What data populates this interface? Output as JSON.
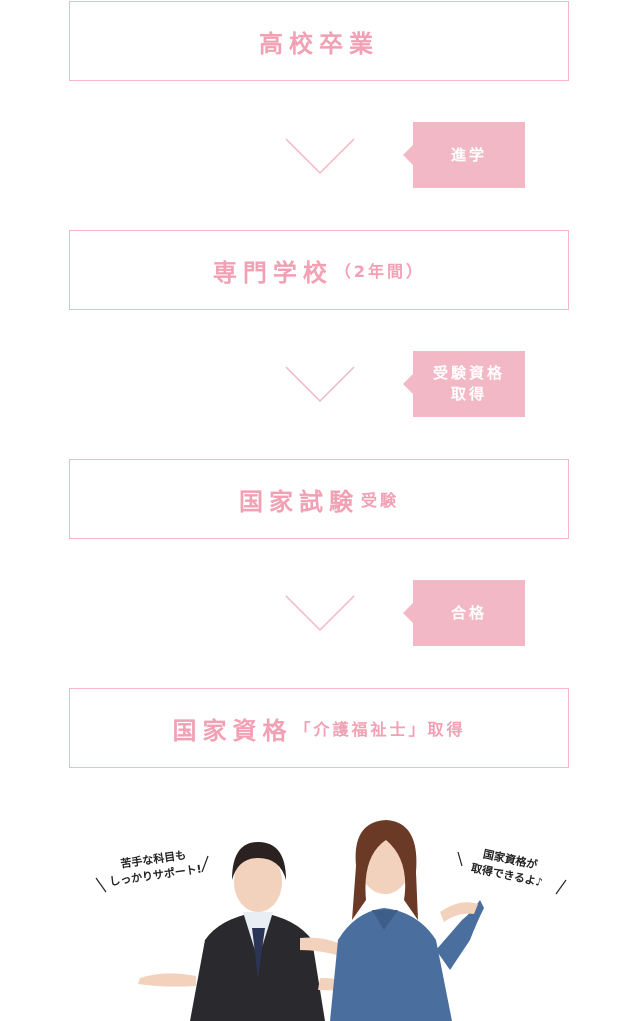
{
  "steps": [
    {
      "title": "高校卒業",
      "sub": ""
    },
    {
      "title": "専門学校",
      "sub": "（2年間）"
    },
    {
      "title": "国家試験",
      "sub": "受験"
    },
    {
      "title": "国家資格",
      "sub": "「介護福祉士」取得"
    }
  ],
  "tags": [
    {
      "line1": "進学",
      "line2": ""
    },
    {
      "line1": "受験資格",
      "line2": "取得"
    },
    {
      "line1": "合格",
      "line2": ""
    }
  ],
  "bubbles": {
    "left": {
      "line1": "苦手な科目も",
      "line2": "しっかりサポート!"
    },
    "right": {
      "line1": "国家資格が",
      "line2": "取得できるよ♪"
    }
  },
  "colors": {
    "accent": "#f3b8c6",
    "text": "#f2a0b4"
  }
}
